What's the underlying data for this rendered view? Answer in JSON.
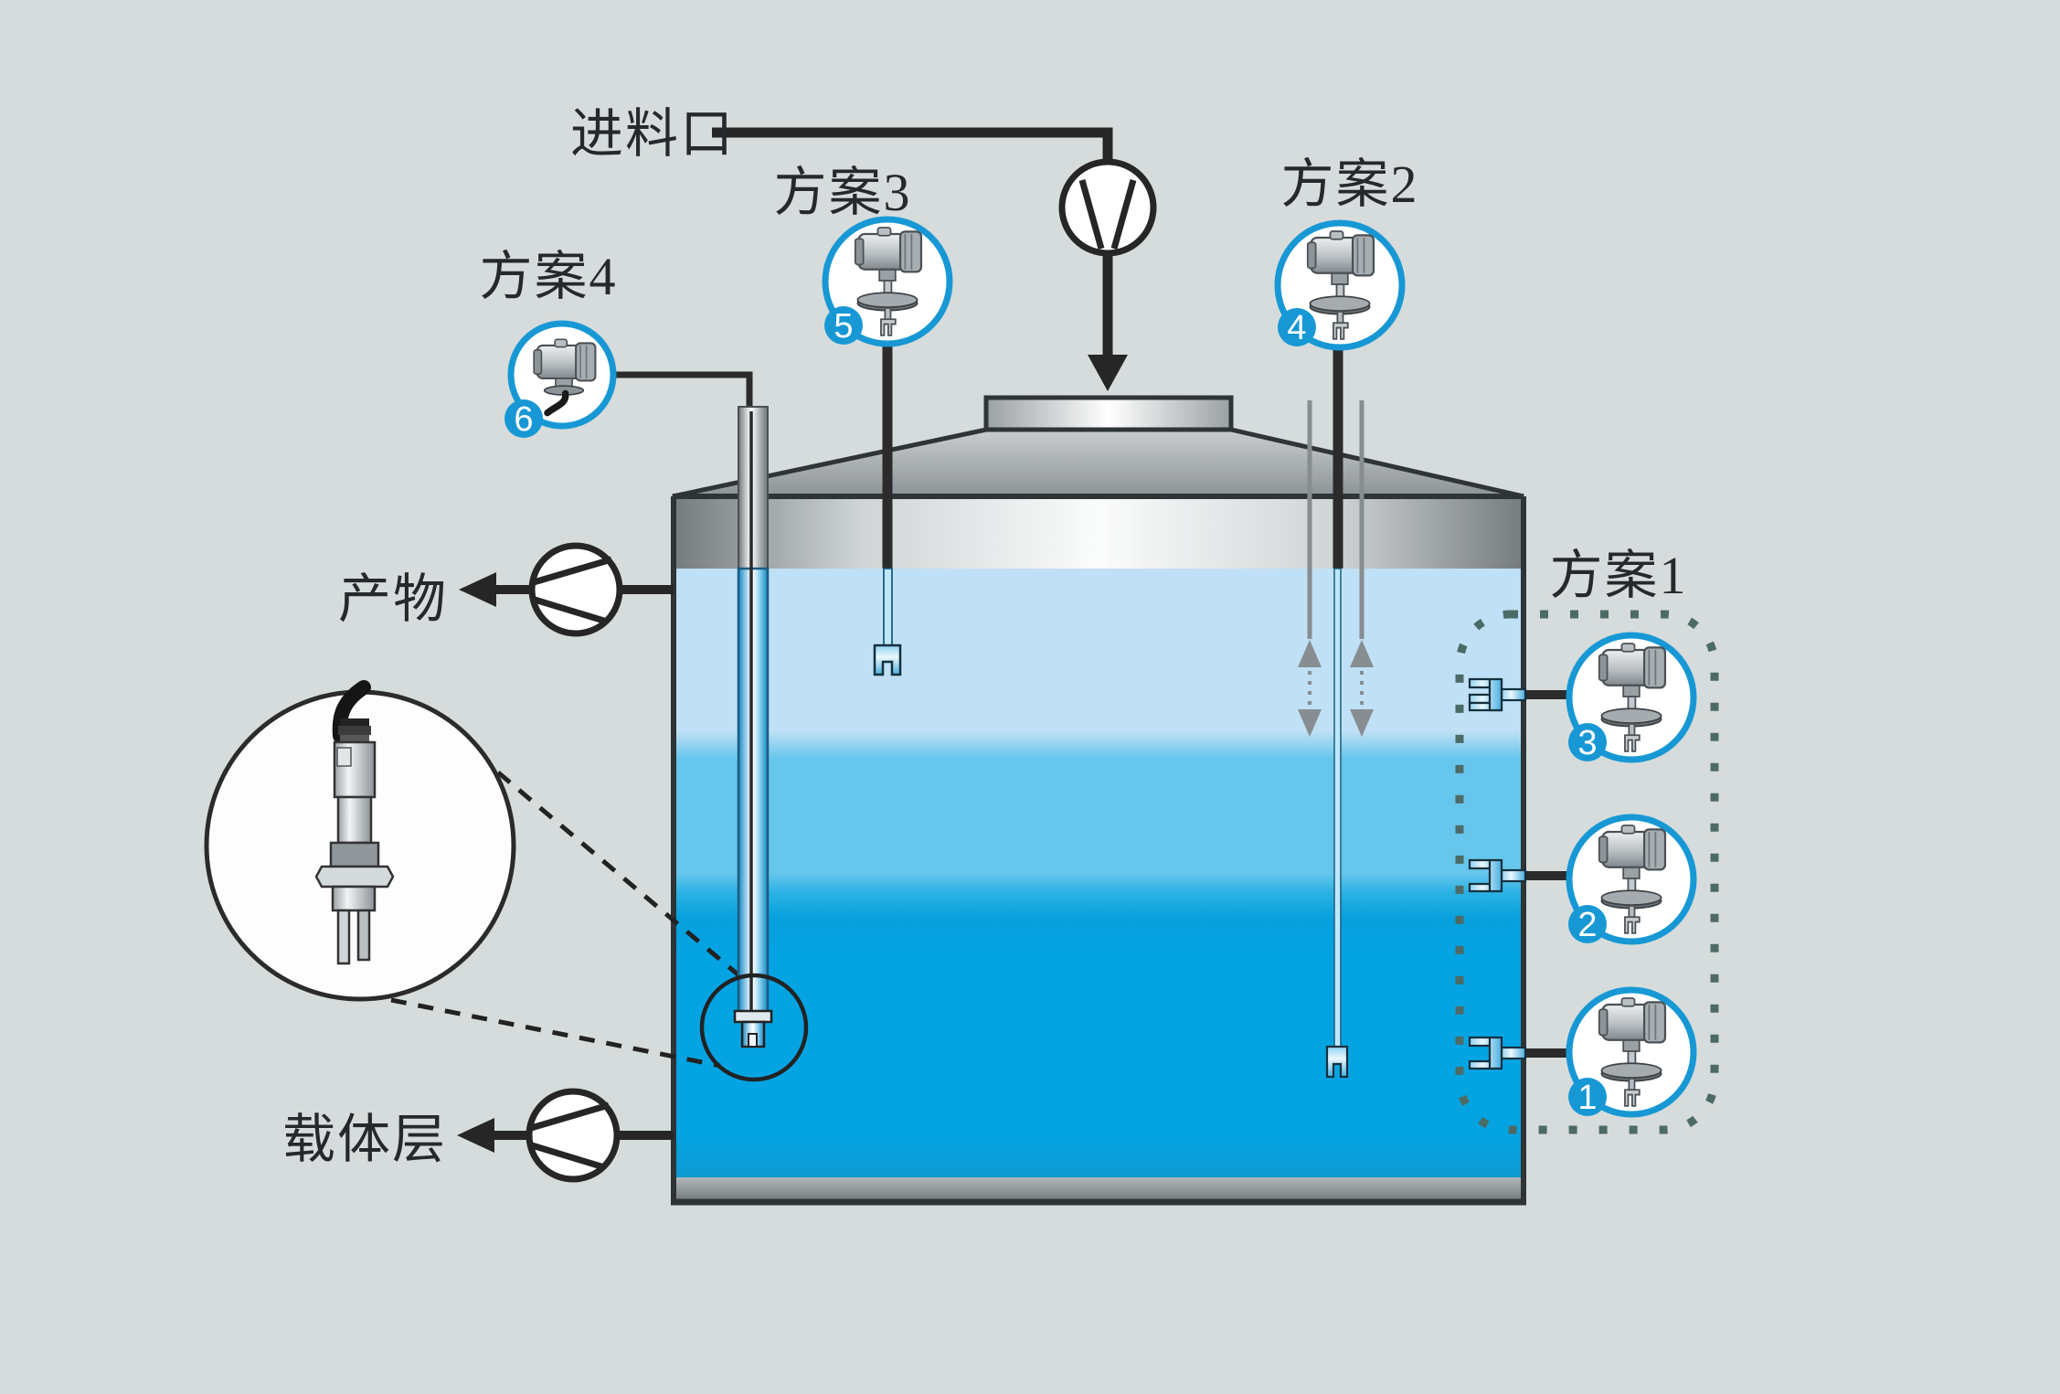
{
  "labels": {
    "feed_inlet": "进料口",
    "scheme1": "方案1",
    "scheme2": "方案2",
    "scheme3": "方案3",
    "scheme4": "方案4",
    "product": "产物",
    "carrier_layer": "载体层"
  },
  "badges": {
    "b1": "1",
    "b2": "2",
    "b3": "3",
    "b4": "4",
    "b5": "5",
    "b6": "6"
  },
  "colors": {
    "background": "#d6dcdb",
    "accent_blue": "#1798d5",
    "liquid_light": "#bfe0f5",
    "liquid_medium": "#66c6ec",
    "liquid_deep": "#04a4e3",
    "outline_dark": "#2b2f31",
    "dotted_box": "#4d6b66",
    "arrow_grey": "#8a9094"
  }
}
